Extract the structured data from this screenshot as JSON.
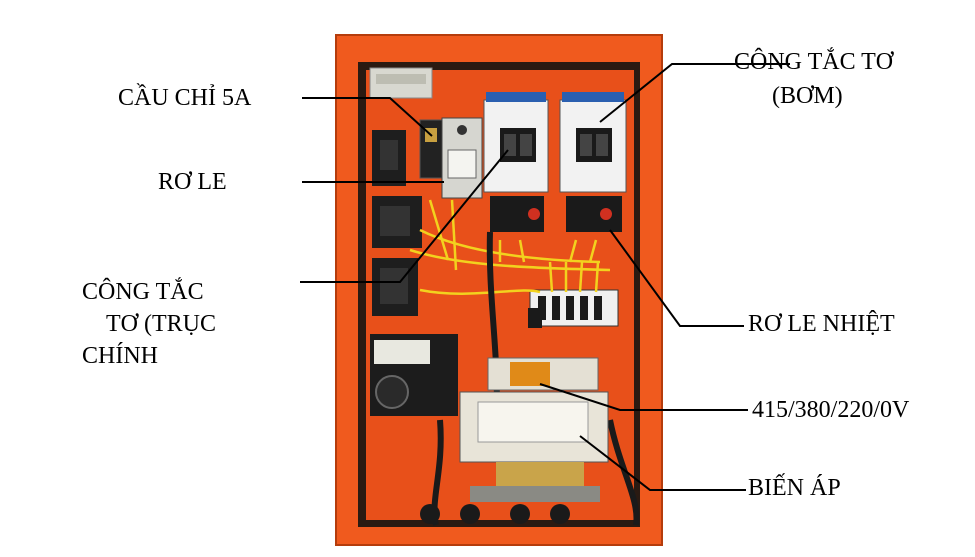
{
  "labels": {
    "fuse": "CẦU CHỈ 5A",
    "relay": "RƠ LE",
    "spindle_contactor_1": "CÔNG TẮC",
    "spindle_contactor_2": "TƠ (TRỤC",
    "spindle_contactor_3": "CHÍNH",
    "pump_contactor_1": "CÔNG TẮC  TƠ",
    "pump_contactor_2": "(BƠM)",
    "thermal_relay": "RƠ LE NHIỆT",
    "voltage_taps": "415/380/220/0V",
    "transformer": "BIẾN ÁP"
  },
  "colors": {
    "enclosure": "#f05a1e",
    "enclosure_dark": "#c8420f",
    "backplate": "#e8501a",
    "contactor_body": "#f2f2f2",
    "contactor_buttons": "#2a5fb0",
    "wire_yellow": "#f2d21e",
    "cable_black": "#1a1a1a",
    "transformer_body": "#e8e4d8",
    "transformer_coil": "#c9a44a"
  }
}
